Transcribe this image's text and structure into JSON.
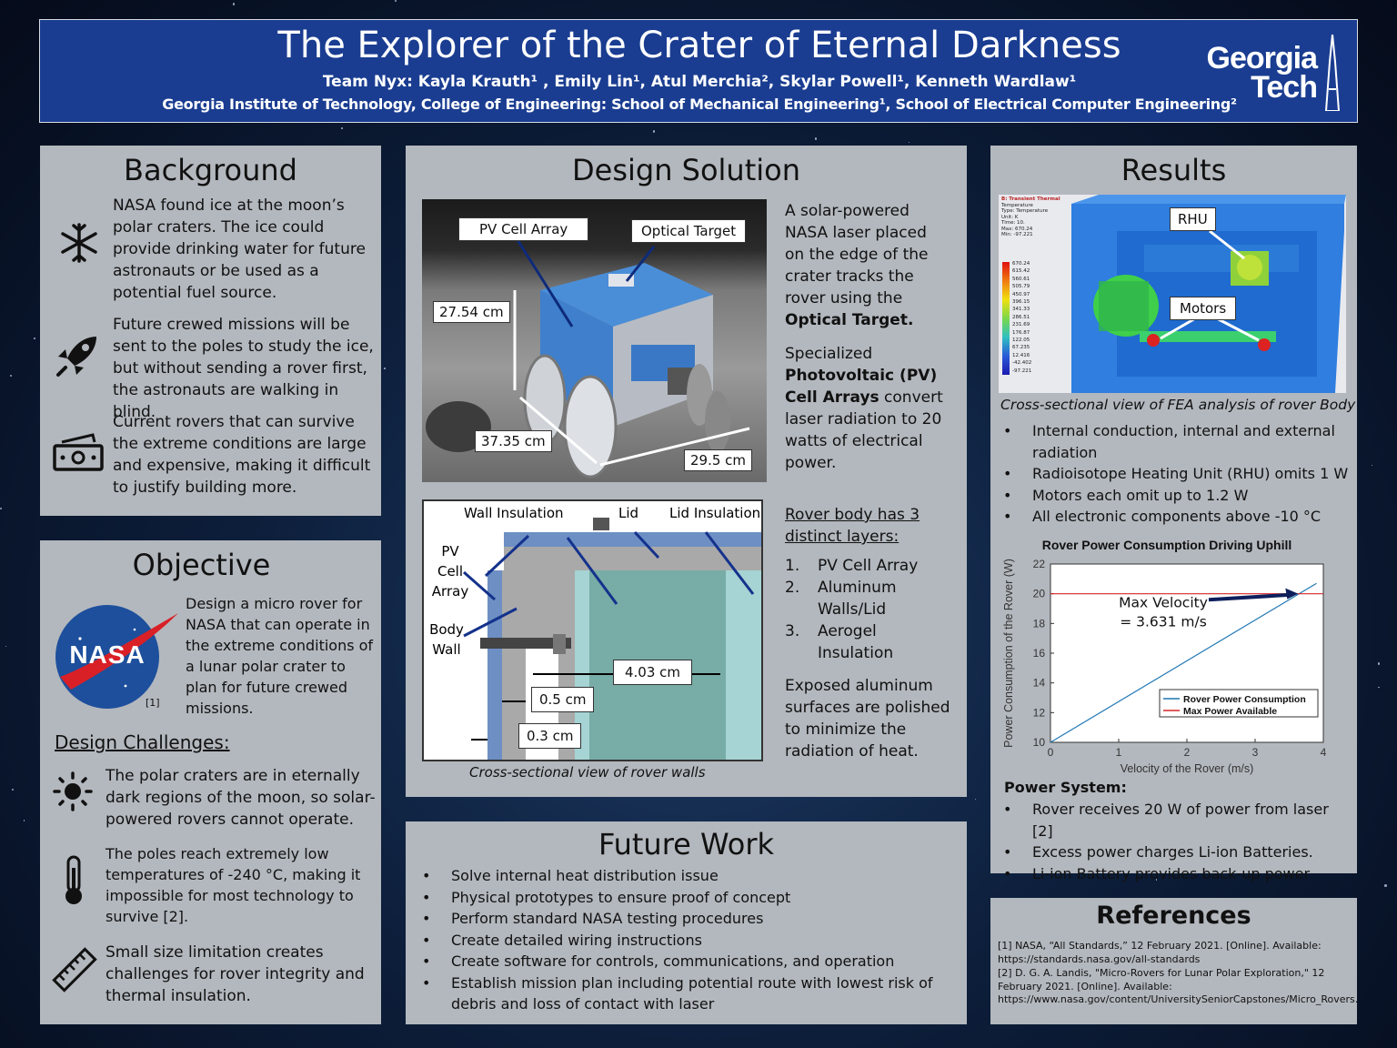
{
  "header": {
    "title": "The Explorer of the Crater of Eternal Darkness",
    "team": "Team Nyx: Kayla Krauth¹ , Emily Lin¹, Atul Merchia², Skylar Powell¹, Kenneth Wardlaw¹",
    "affiliation": "Georgia Institute of Technology, College of Engineering: School of Mechanical Engineering¹, School of Electrical Computer Engineering²",
    "logo_line1": "Georgia",
    "logo_line2": "Tech"
  },
  "background": {
    "title": "Background",
    "items": [
      {
        "icon": "snowflake-icon",
        "text": "NASA found ice at the moon’s polar craters. The ice could provide drinking water for future astronauts or be used as a potential fuel source."
      },
      {
        "icon": "rocket-icon",
        "text": "Future crewed missions will be sent to the poles to study the ice, but without sending a rover first, the astronauts are walking in blind."
      },
      {
        "icon": "money-icon",
        "text": "Current rovers that can survive the extreme conditions are large and expensive, making it difficult to justify building more."
      }
    ]
  },
  "objective": {
    "title": "Objective",
    "nasa_logo": "NASA",
    "nasa_ref": "[1]",
    "text": "Design a micro rover for NASA that can operate in the extreme conditions of a lunar polar crater to plan for future crewed missions.",
    "challenges_title": "Design Challenges:",
    "challenges": [
      {
        "icon": "sun-icon",
        "text": "The polar craters are in eternally dark regions of the moon, so solar-powered rovers cannot operate."
      },
      {
        "icon": "thermometer-icon",
        "text": "The poles reach extremely low temperatures of -240 °C, making it impossible for most technology to survive [2]."
      },
      {
        "icon": "ruler-icon",
        "text": "Small size limitation creates challenges for rover integrity and thermal insulation."
      }
    ]
  },
  "design": {
    "title": "Design Solution",
    "rover_labels": {
      "pv": "PV Cell Array",
      "optical": "Optical Target",
      "height": "27.54 cm",
      "length": "37.35 cm",
      "width": "29.5 cm"
    },
    "text1_a": "A solar-powered NASA laser placed on the edge of the crater tracks the rover using the ",
    "text1_b": "Optical Target.",
    "text2_a": "Specialized ",
    "text2_b": "Photovoltaic (PV) Cell Arrays",
    "text2_c": " convert laser radiation to 20 watts of electrical power.",
    "layers_title": "Rover body has 3 distinct layers:",
    "layers": [
      {
        "n": "1.",
        "text": "PV Cell Array"
      },
      {
        "n": "2.",
        "text": "Aluminum Walls/Lid"
      },
      {
        "n": "3.",
        "text": "Aerogel Insulation"
      }
    ],
    "text3": "Exposed aluminum surfaces are polished to minimize the radiation of heat.",
    "wall_labels": {
      "wall_ins": "Wall Insulation",
      "lid": "Lid",
      "lid_ins": "Lid Insulation",
      "pv1": "PV",
      "pv2": "Cell",
      "pv3": "Array",
      "body1": "Body",
      "body2": "Wall",
      "d1": "4.03 cm",
      "d2": "0.5 cm",
      "d3": "0.3 cm"
    },
    "wall_caption": "Cross-sectional view of rover walls"
  },
  "future": {
    "title": "Future Work",
    "items": [
      "Solve internal heat distribution issue",
      "Physical prototypes to ensure proof of concept",
      "Perform standard NASA testing procedures",
      "Create detailed wiring instructions",
      "Create software for controls, communications, and operation",
      "Establish mission plan including potential route with lowest risk of debris and loss of contact with laser"
    ]
  },
  "results": {
    "title": "Results",
    "fea_labels": {
      "rhu": "RHU",
      "motors": "Motors"
    },
    "fea_legend_header": [
      "B: Transient Thermal",
      "Temperature",
      "Type: Temperature",
      "Unit: K",
      "Time: 10.",
      "Max: 670.24",
      "Min: -97.221"
    ],
    "fea_legend_values": [
      "670.24",
      "615.42",
      "560.61",
      "505.79",
      "450.97",
      "396.15",
      "341.33",
      "286.51",
      "231.69",
      "176.87",
      "122.05",
      "67.235",
      "12.416",
      "-42.402",
      "-97.221"
    ],
    "fea_caption": "Cross-sectional view of FEA analysis of rover Body",
    "bullets": [
      "Internal conduction, internal and external radiation",
      "Radioisotope Heating Unit (RHU) omits 1 W",
      "Motors each omit up to 1.2 W",
      "All electronic components above -10 °C"
    ],
    "power_title": "Power System:",
    "power_bullets": [
      "Rover receives 20 W of power from laser [2]",
      "Excess power charges Li-ion Batteries.",
      "Li-ion Battery provides back-up power"
    ]
  },
  "references": {
    "title": "References",
    "items": [
      "[1] NASA, “All Standards,” 12 February 2021. [Online]. Available: https://standards.nasa.gov/all-standards",
      "[2] D. G. A. Landis, \"Micro-Rovers for Lunar Polar Exploration,\" 12 February 2021. [Online]. Available: https://www.nasa.gov/content/UniversitySeniorCapstones/Micro_Rovers."
    ]
  },
  "chart_data": {
    "type": "line",
    "title": "Rover Power Consumption Driving Uphill",
    "xlabel": "Velocity of the Rover (m/s)",
    "ylabel": "Power Consumption of the Rover (W)",
    "xlim": [
      0,
      4
    ],
    "ylim": [
      10,
      22
    ],
    "xticks": [
      0,
      1,
      2,
      3,
      4
    ],
    "yticks": [
      10,
      12,
      14,
      16,
      18,
      20,
      22
    ],
    "series": [
      {
        "name": "Rover Power Consumption",
        "x": [
          0,
          3.9
        ],
        "y": [
          10,
          20.7
        ],
        "color": "#1f77b4"
      },
      {
        "name": "Max Power Available",
        "x": [
          0,
          4
        ],
        "y": [
          20,
          20
        ],
        "color": "#d62728"
      }
    ],
    "annotation": {
      "line1": "Max Velocity",
      "line2": "= 3.631 m/s",
      "x": 3.631,
      "y": 20
    },
    "legend": "bottom-right"
  }
}
